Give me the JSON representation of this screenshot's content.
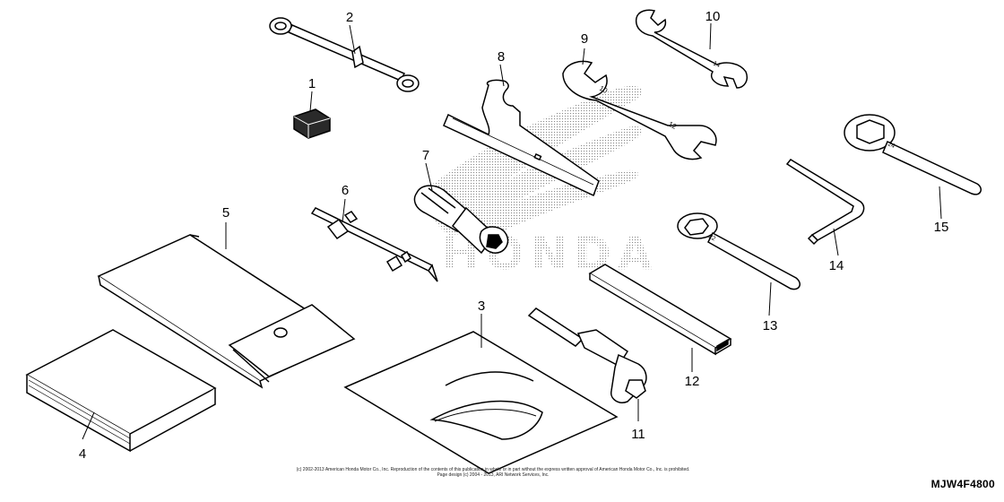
{
  "watermark": {
    "brand_text": "HONDA"
  },
  "parts": [
    {
      "number": "1"
    },
    {
      "number": "2"
    },
    {
      "number": "3"
    },
    {
      "number": "4"
    },
    {
      "number": "5"
    },
    {
      "number": "6"
    },
    {
      "number": "7"
    },
    {
      "number": "8"
    },
    {
      "number": "9"
    },
    {
      "number": "10"
    },
    {
      "number": "11"
    },
    {
      "number": "12"
    },
    {
      "number": "13"
    },
    {
      "number": "14"
    },
    {
      "number": "15"
    }
  ],
  "tool_markings": {
    "wrench_9_a": "10",
    "wrench_9_b": "12",
    "wrench_10": "14",
    "ring_15": "24",
    "ring_13": "22"
  },
  "footer": {
    "copyright_line1": "(c) 2002-2013 American Honda Motor Co., Inc. Reproduction of the contents of this publication in whole or in part without the express written approval of American Honda Motor Co., Inc. is prohibited.",
    "copyright_line2": "Page design (c) 2004 - 2013, ARI Network Services, Inc.",
    "diagram_code": "MJW4F4800"
  },
  "colors": {
    "line": "#000000",
    "watermark": "#9a9a9a",
    "background": "#ffffff"
  }
}
